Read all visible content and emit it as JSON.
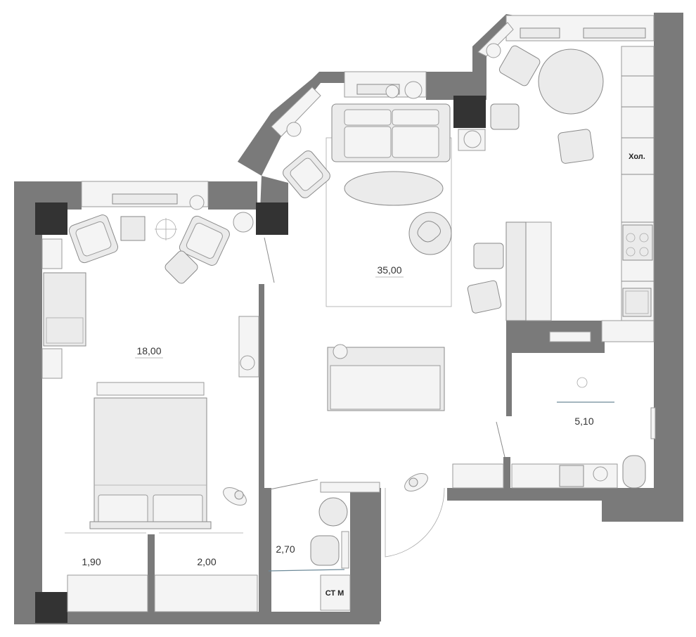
{
  "plan": {
    "rooms": [
      {
        "id": "living",
        "area": "35,00"
      },
      {
        "id": "bedroom",
        "area": "18,00"
      },
      {
        "id": "bathroom",
        "area": "5,10"
      },
      {
        "id": "wc",
        "area": "2,70"
      },
      {
        "id": "wardrobe-left",
        "area": "1,90"
      },
      {
        "id": "wardrobe-right",
        "area": "2,00"
      }
    ],
    "tags": {
      "fridge": "Хол.",
      "washer": "СТ М"
    }
  }
}
